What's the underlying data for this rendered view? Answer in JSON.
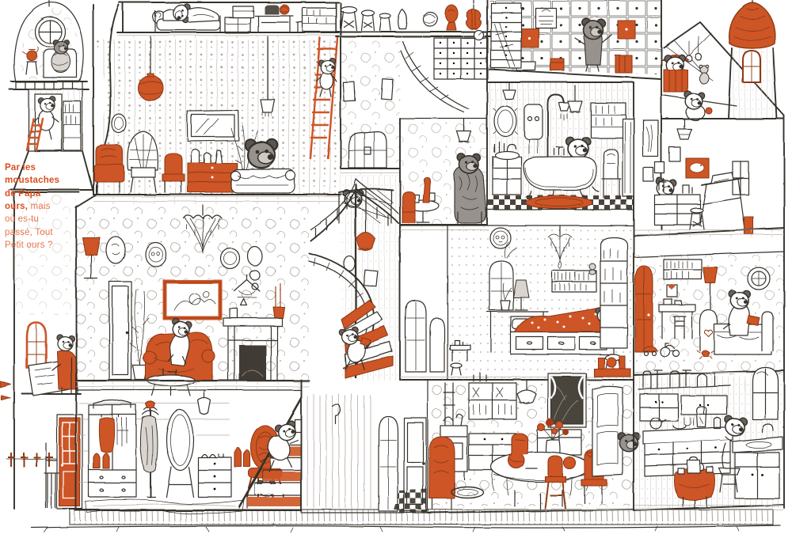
{
  "scene": {
    "kind": "children-book seek-and-find illustration of a cutaway bear house",
    "caption": {
      "bold": "Par les moustaches de Papa ours, ",
      "regular": "mais où es-tu passé, Tout Petit ours ?"
    },
    "colors": {
      "paper": "#ffffff",
      "ink": "#34302b",
      "accent": "#cd5526",
      "accent_dark": "#8e3a16",
      "fur_grey": "#97928d",
      "pattern_grey": "#b3aba3",
      "caption_bold": "#d94f1e",
      "caption_regular": "#e8764a"
    }
  }
}
